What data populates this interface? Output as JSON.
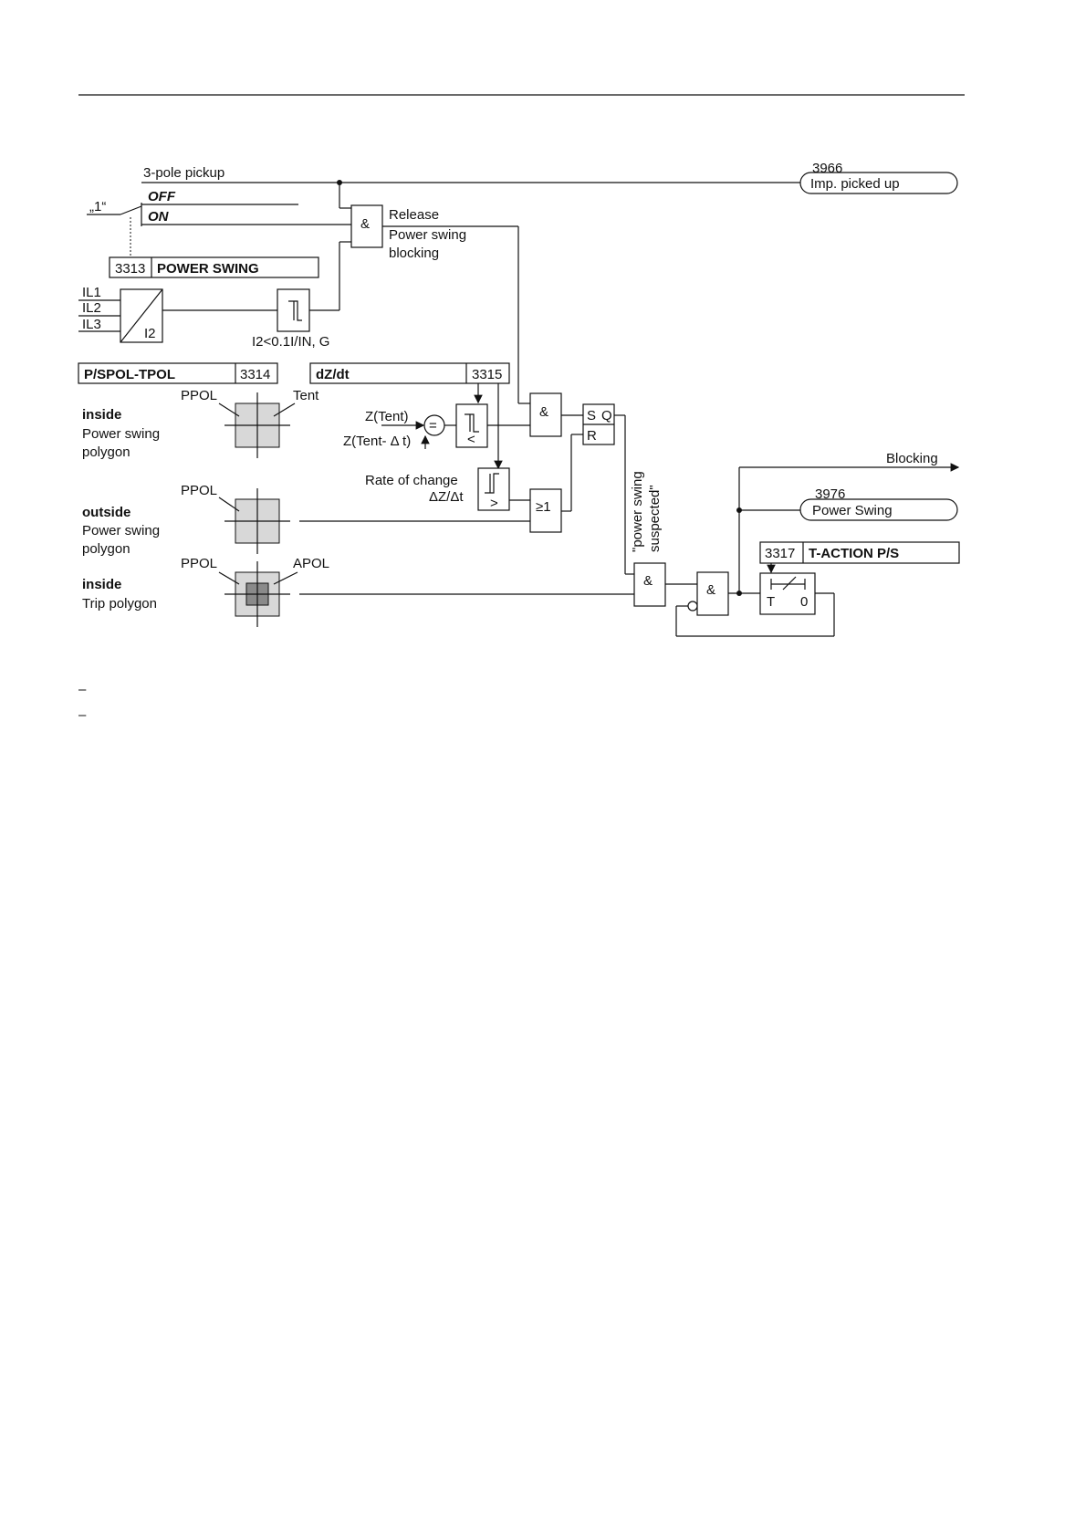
{
  "labels": {
    "three_pole_pickup": "3-pole pickup",
    "const_one": "„1“",
    "off": "OFF",
    "on": "ON",
    "release_1": "Release",
    "release_2": "Power swing",
    "release_3": "blocking",
    "il1": "IL1",
    "il2": "IL2",
    "il3": "IL3",
    "i2": "I2",
    "i2_threshold": "I2<0.1I/IN, G",
    "inside": "inside",
    "outside": "outside",
    "power_swing": "Power swing",
    "polygon": "polygon",
    "trip_polygon": "Trip polygon",
    "ppol": "PPOL",
    "tent": "Tent",
    "apol": "APOL",
    "z_tent": "Z(Tent)",
    "z_tent_dt": "Z(Tent- Δ t)",
    "equals": "=",
    "rate_of_change": "Rate of change",
    "dz_dt_ratio": "ΔZ/Δt",
    "less": "<",
    "greater": ">",
    "and": "&",
    "or": "≥1",
    "s": "S",
    "q": "Q",
    "r": "R",
    "suspected_1": "\"power swing",
    "suspected_2": "suspected\"",
    "blocking": "Blocking",
    "timer_t": "T",
    "timer_0": "0"
  },
  "params": {
    "p3313": {
      "num": "3313",
      "name": "POWER SWING"
    },
    "p3314": {
      "num": "3314",
      "name": "P/SPOL-TPOL"
    },
    "p3315": {
      "num": "3315",
      "name": "dZ/dt"
    },
    "p3317": {
      "num": "3317",
      "name": "T-ACTION P/S"
    }
  },
  "outputs": {
    "o3966": {
      "num": "3966",
      "label": "Imp. picked up"
    },
    "o3976": {
      "num": "3976",
      "label": "Power Swing"
    }
  },
  "footnote_marks": [
    "–",
    "–"
  ],
  "colors": {
    "line": "#111111",
    "polygon_fill": "#d8d8d8",
    "trip_fill": "#8a8a8a"
  }
}
